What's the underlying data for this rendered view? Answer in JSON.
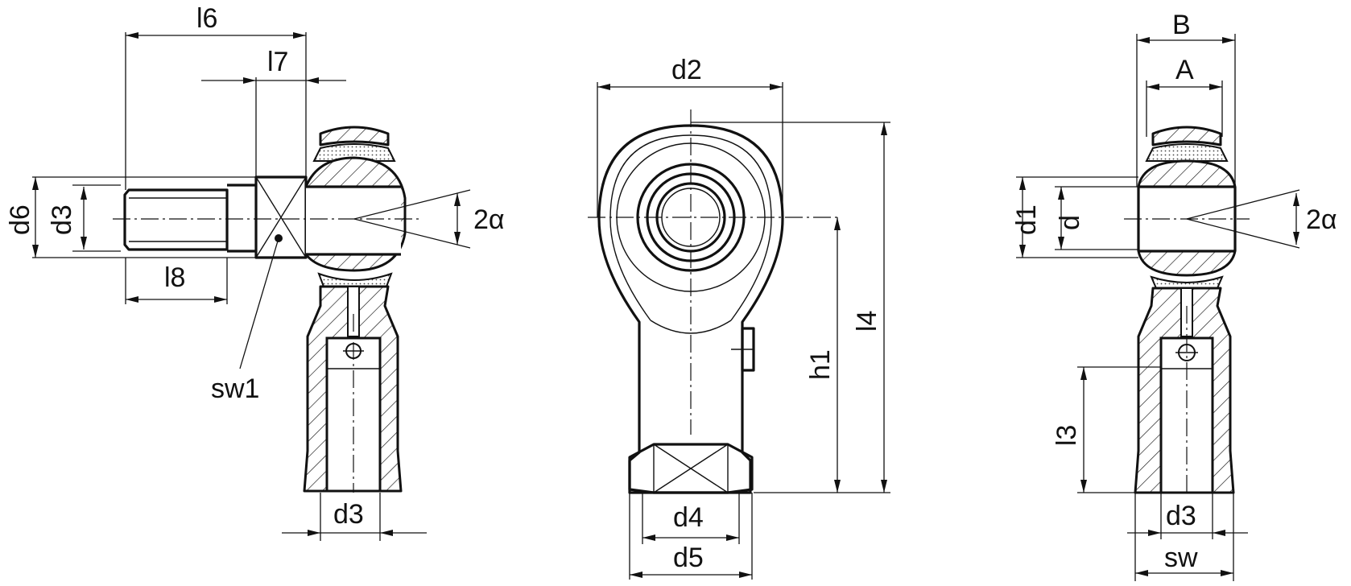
{
  "labels": {
    "l6": "l6",
    "l7": "l7",
    "l8": "l8",
    "d6": "d6",
    "d3_left": "d3",
    "d3_bottom_left": "d3",
    "sw1": "sw1",
    "alpha_left": "2α",
    "d2": "d2",
    "h1": "h1",
    "l4": "l4",
    "d4": "d4",
    "d5": "d5",
    "B": "B",
    "A": "A",
    "d1": "d1",
    "d": "d",
    "alpha_right": "2α",
    "l3": "l3",
    "d3_bottom_right": "d3",
    "sw": "sw"
  }
}
